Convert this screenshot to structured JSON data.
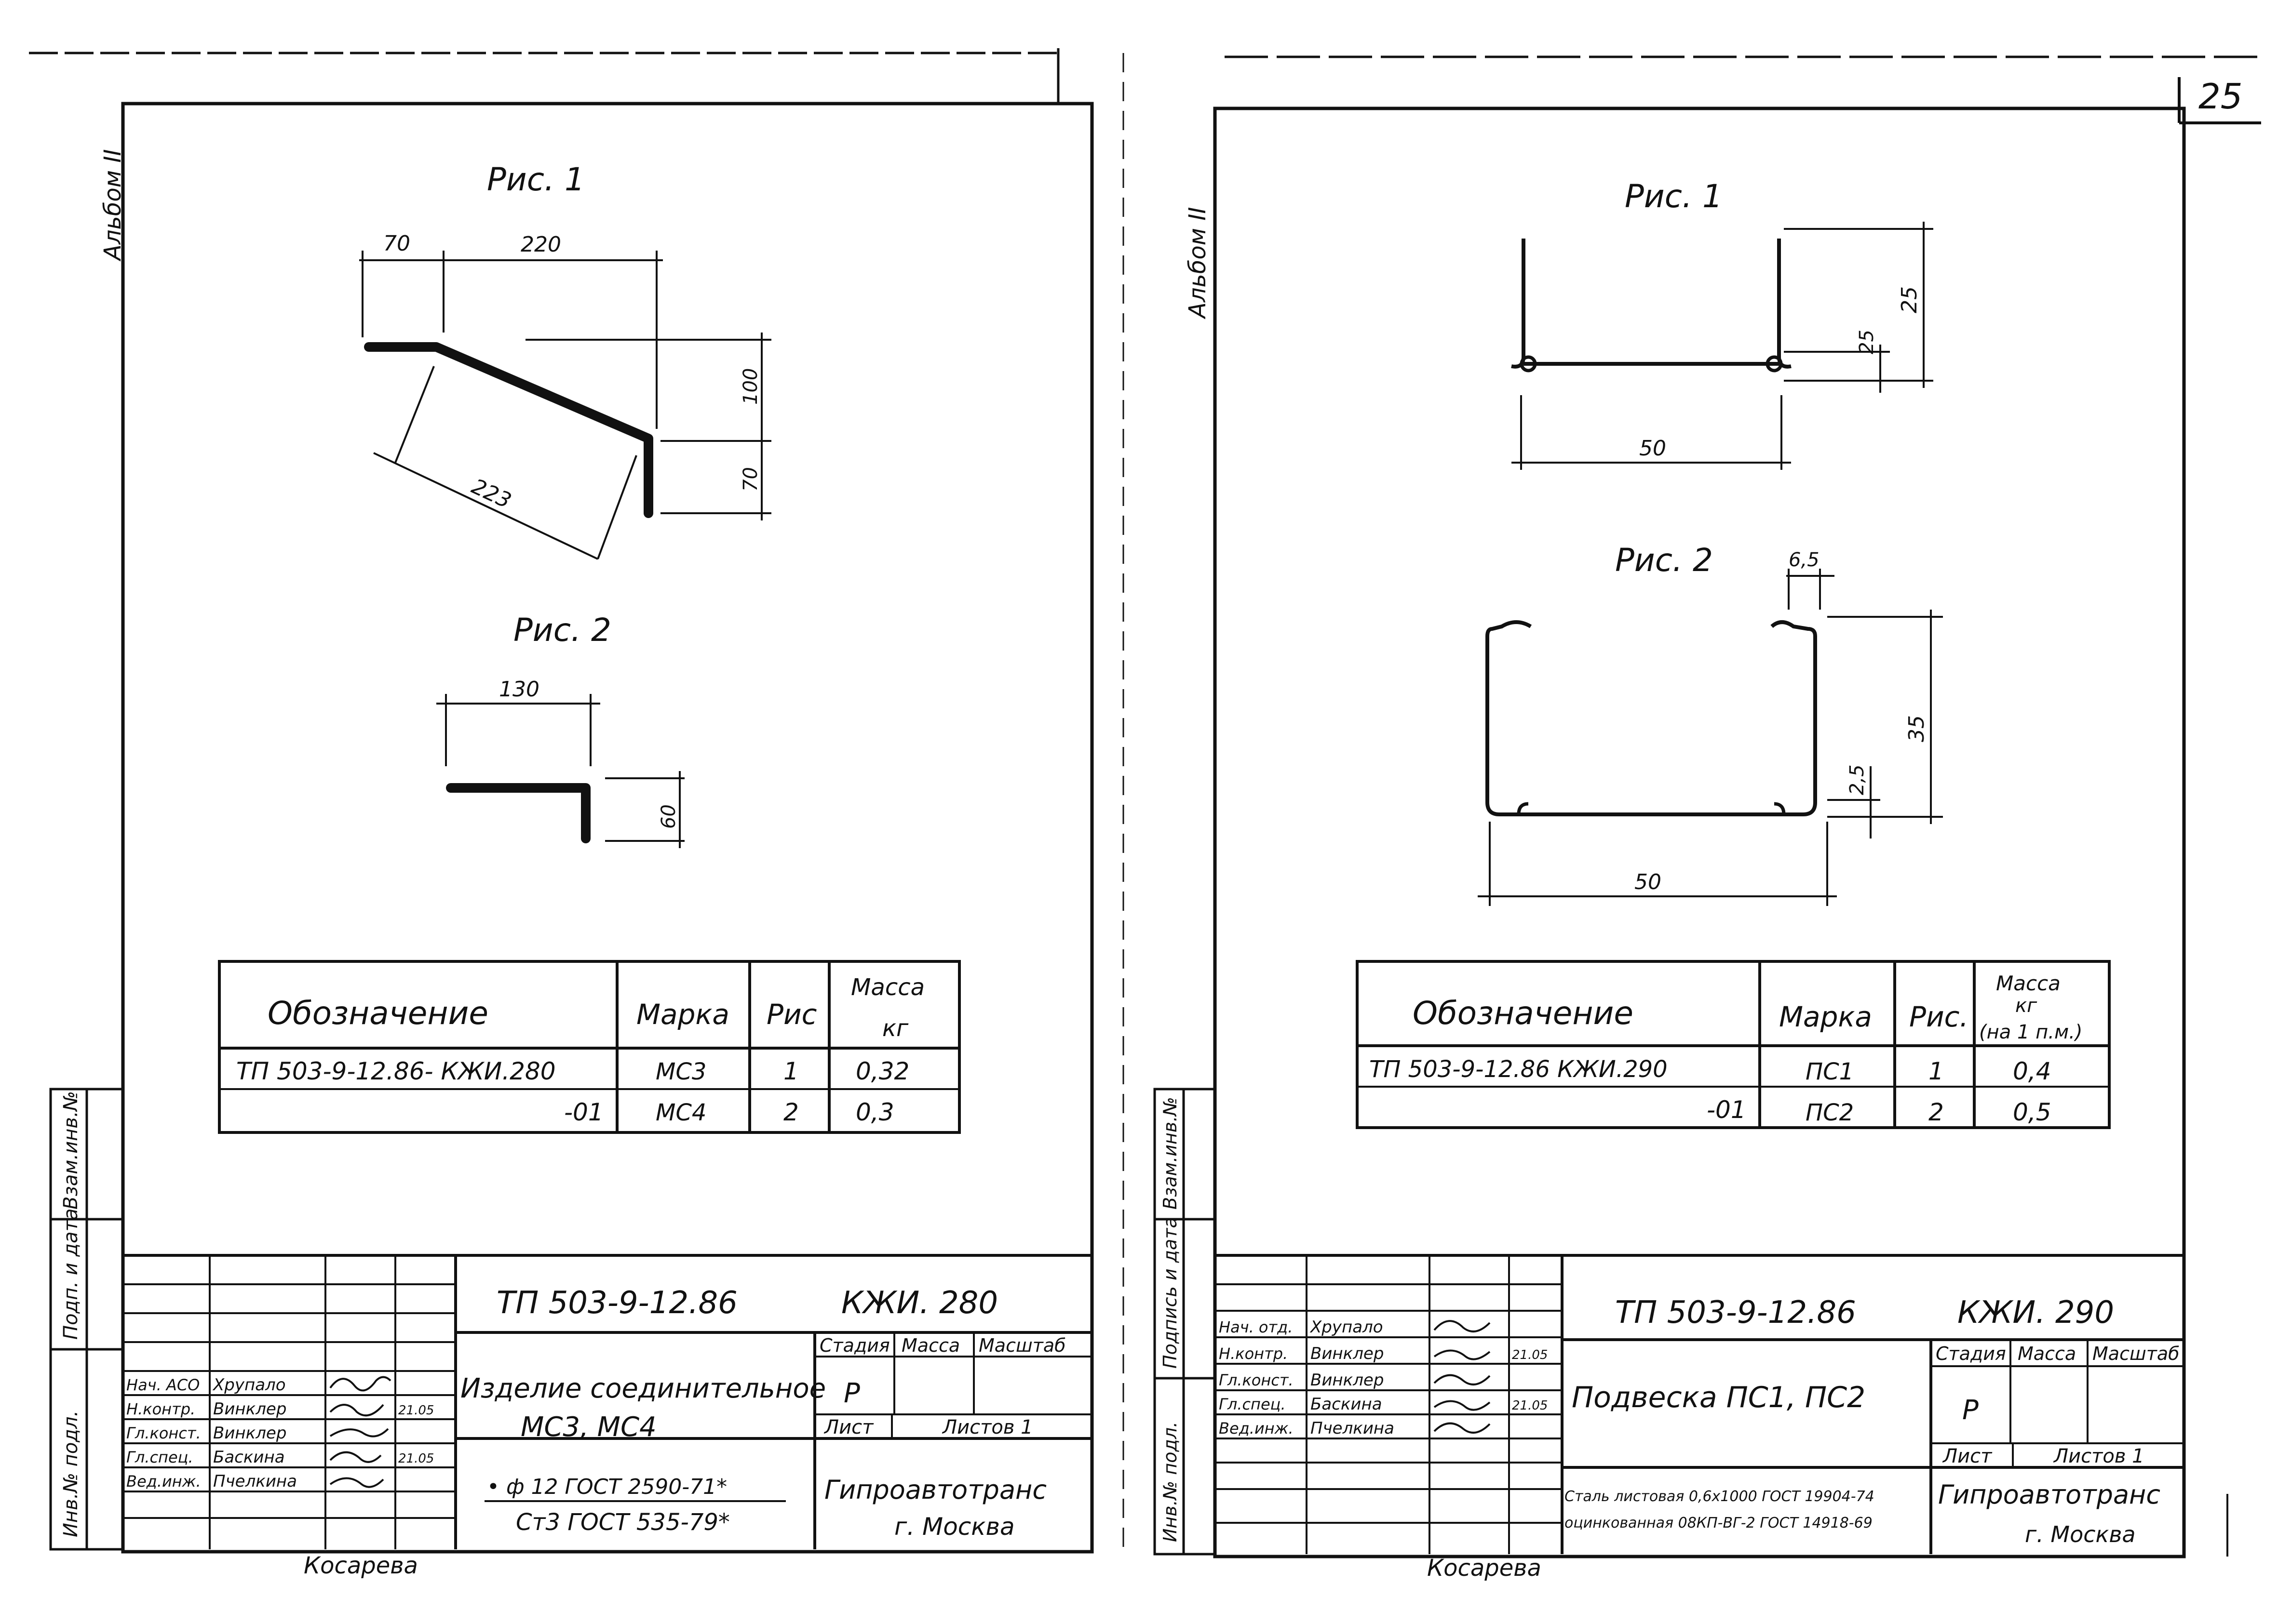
{
  "page_number": "25",
  "sheets": [
    {
      "album": "Альбом II",
      "fig1": {
        "caption": "Рис. 1",
        "dims": {
          "top_left": "70",
          "top_right": "220",
          "diag": "223",
          "right_upper": "100",
          "right_lower": "70"
        }
      },
      "fig2": {
        "caption": "Рис. 2",
        "dims": {
          "width": "130",
          "height": "60"
        }
      },
      "spec": {
        "headers": {
          "designation": "Обозначение",
          "mark": "Марка",
          "fig": "Рис",
          "mass": "Масса",
          "mass_unit": "кг"
        },
        "rows": [
          {
            "designation": "ТП 503-9-12.86-  КЖИ.280",
            "mark": "МС3",
            "fig": "1",
            "mass": "0,32"
          },
          {
            "designation": "-01",
            "mark": "МС4",
            "fig": "2",
            "mass": "0,3"
          }
        ]
      },
      "side_labels": {
        "vzam": "Взам.инв.№",
        "podp": "Подп. и дата",
        "inv": "Инв.№ подл."
      },
      "title_block": {
        "code": "ТП 503-9-12.86",
        "doc": "КЖИ. 280",
        "name_line1": "Изделие соединительное",
        "name_line2": "МС3,  МС4",
        "stage_h": "Стадия",
        "mass_h": "Масса",
        "scale_h": "Масштаб",
        "stage": "Р",
        "sheet_h": "Лист",
        "sheets_h": "Листов 1",
        "material_line1": "• ф 12  ГОСТ 2590-71*",
        "material_line2": "Ст3 ГОСТ 535-79*",
        "org_line1": "Гипроавтотранс",
        "org_line2": "г. Москва",
        "signers": [
          {
            "role": "Нач. АСО",
            "name": "Хрупало",
            "date": ""
          },
          {
            "role": "Н.контр.",
            "name": "Винклер",
            "date": "21.05"
          },
          {
            "role": "Гл.конст.",
            "name": "Винклер",
            "date": ""
          },
          {
            "role": "Гл.спец.",
            "name": "Баскина",
            "date": "21.05"
          },
          {
            "role": "Вед.инж.",
            "name": "Пчелкина",
            "date": ""
          }
        ]
      },
      "bottom_note": "Косарева"
    },
    {
      "album": "Альбом II",
      "fig1": {
        "caption": "Рис. 1",
        "dims": {
          "height": "25",
          "bead": "25",
          "width": "50"
        }
      },
      "fig2": {
        "caption": "Рис. 2",
        "dims": {
          "lip": "6,5",
          "height": "35",
          "bead": "2,5",
          "width": "50"
        }
      },
      "spec": {
        "headers": {
          "designation": "Обозначение",
          "mark": "Марка",
          "fig": "Рис.",
          "mass": "Масса",
          "mass_unit": "кг",
          "mass_note": "(на 1 п.м.)"
        },
        "rows": [
          {
            "designation": "ТП 503-9-12.86    КЖИ.290",
            "mark": "ПС1",
            "fig": "1",
            "mass": "0,4"
          },
          {
            "designation": "-01",
            "mark": "ПС2",
            "fig": "2",
            "mass": "0,5"
          }
        ]
      },
      "side_labels": {
        "vzam": "Взам.инв.№",
        "podp": "Подпись и дата",
        "inv": "Инв.№ подл."
      },
      "title_block": {
        "code": "ТП 503-9-12.86",
        "doc": "КЖИ. 290",
        "name_line1": "Подвеска  ПС1, ПС2",
        "name_line2": "",
        "stage_h": "Стадия",
        "mass_h": "Масса",
        "scale_h": "Масштаб",
        "stage": "Р",
        "sheet_h": "Лист",
        "sheets_h": "Листов 1",
        "material_line1": "Сталь листовая 0,6х1000 ГОСТ 19904-74",
        "material_line2": "оцинкованная 08КП-ВГ-2 ГОСТ 14918-69",
        "org_line1": "Гипроавтотранс",
        "org_line2": "г. Москва",
        "signers": [
          {
            "role": "Нач. отд.",
            "name": "Хрупало",
            "date": ""
          },
          {
            "role": "Н.контр.",
            "name": "Винклер",
            "date": "21.05"
          },
          {
            "role": "Гл.конст.",
            "name": "Винклер",
            "date": ""
          },
          {
            "role": "Гл.спец.",
            "name": "Баскина",
            "date": "21.05"
          },
          {
            "role": "Вед.инж.",
            "name": "Пчелкина",
            "date": ""
          }
        ]
      },
      "bottom_note": "Косарева"
    }
  ]
}
